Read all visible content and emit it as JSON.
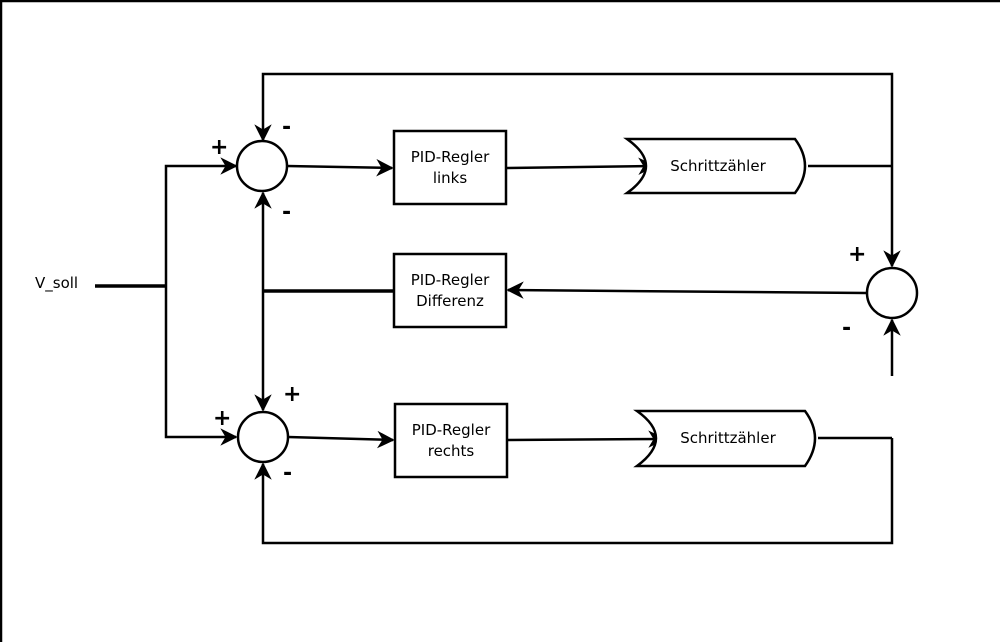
{
  "input": {
    "label": "V_soll"
  },
  "blocks": {
    "pid_left": {
      "line1": "PID-Regler",
      "line2": "links"
    },
    "pid_diff": {
      "line1": "PID-Regler",
      "line2": "Differenz"
    },
    "pid_right": {
      "line1": "PID-Regler",
      "line2": "rechts"
    },
    "counter_left": {
      "label": "Schrittzähler"
    },
    "counter_right": {
      "label": "Schrittzähler"
    }
  },
  "signs": {
    "sum_top_in": "+",
    "sum_top_fb_top": "-",
    "sum_top_fb_bottom": "-",
    "sum_bottom_in": "+",
    "sum_bottom_fb_top": "+",
    "sum_bottom_fb_bottom": "-",
    "sum_right_top": "+",
    "sum_right_bottom": "-"
  }
}
